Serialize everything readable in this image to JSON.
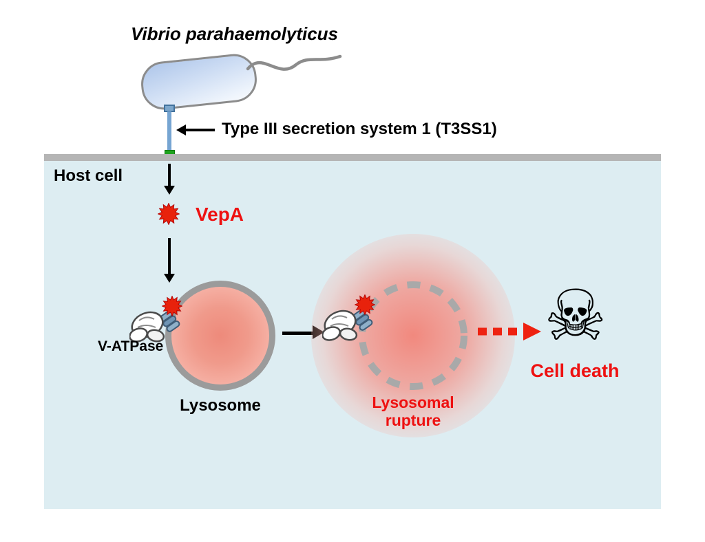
{
  "diagram": {
    "title": "Vibrio parahaemolyticus",
    "labels": {
      "t3ss": "Type III secretion system 1 (T3SS1)",
      "host_cell": "Host cell",
      "vepa": "VepA",
      "v_atpase": "V-ATPase",
      "lysosome": "Lysosome",
      "lysosomal_rupture": "Lysosomal rupture",
      "cell_death": "Cell death"
    },
    "icons": {
      "skull_glyph": "☠"
    },
    "colors": {
      "label_red": "#ee1111",
      "starburst_red": "#e8220c",
      "membrane_gray": "#b5b5b5",
      "host_cell_fill": "#ddedf2",
      "needle_blue": "#76a5d2",
      "translocon_green": "#1ea21e",
      "bacterium_outline": "#8c8c8c",
      "lysosome_ring_gray": "#9b9b9b",
      "lysosome_pink": "#ee8a7b",
      "arrow_black": "#000000",
      "dashed_arrow_red": "#ee2211"
    }
  }
}
